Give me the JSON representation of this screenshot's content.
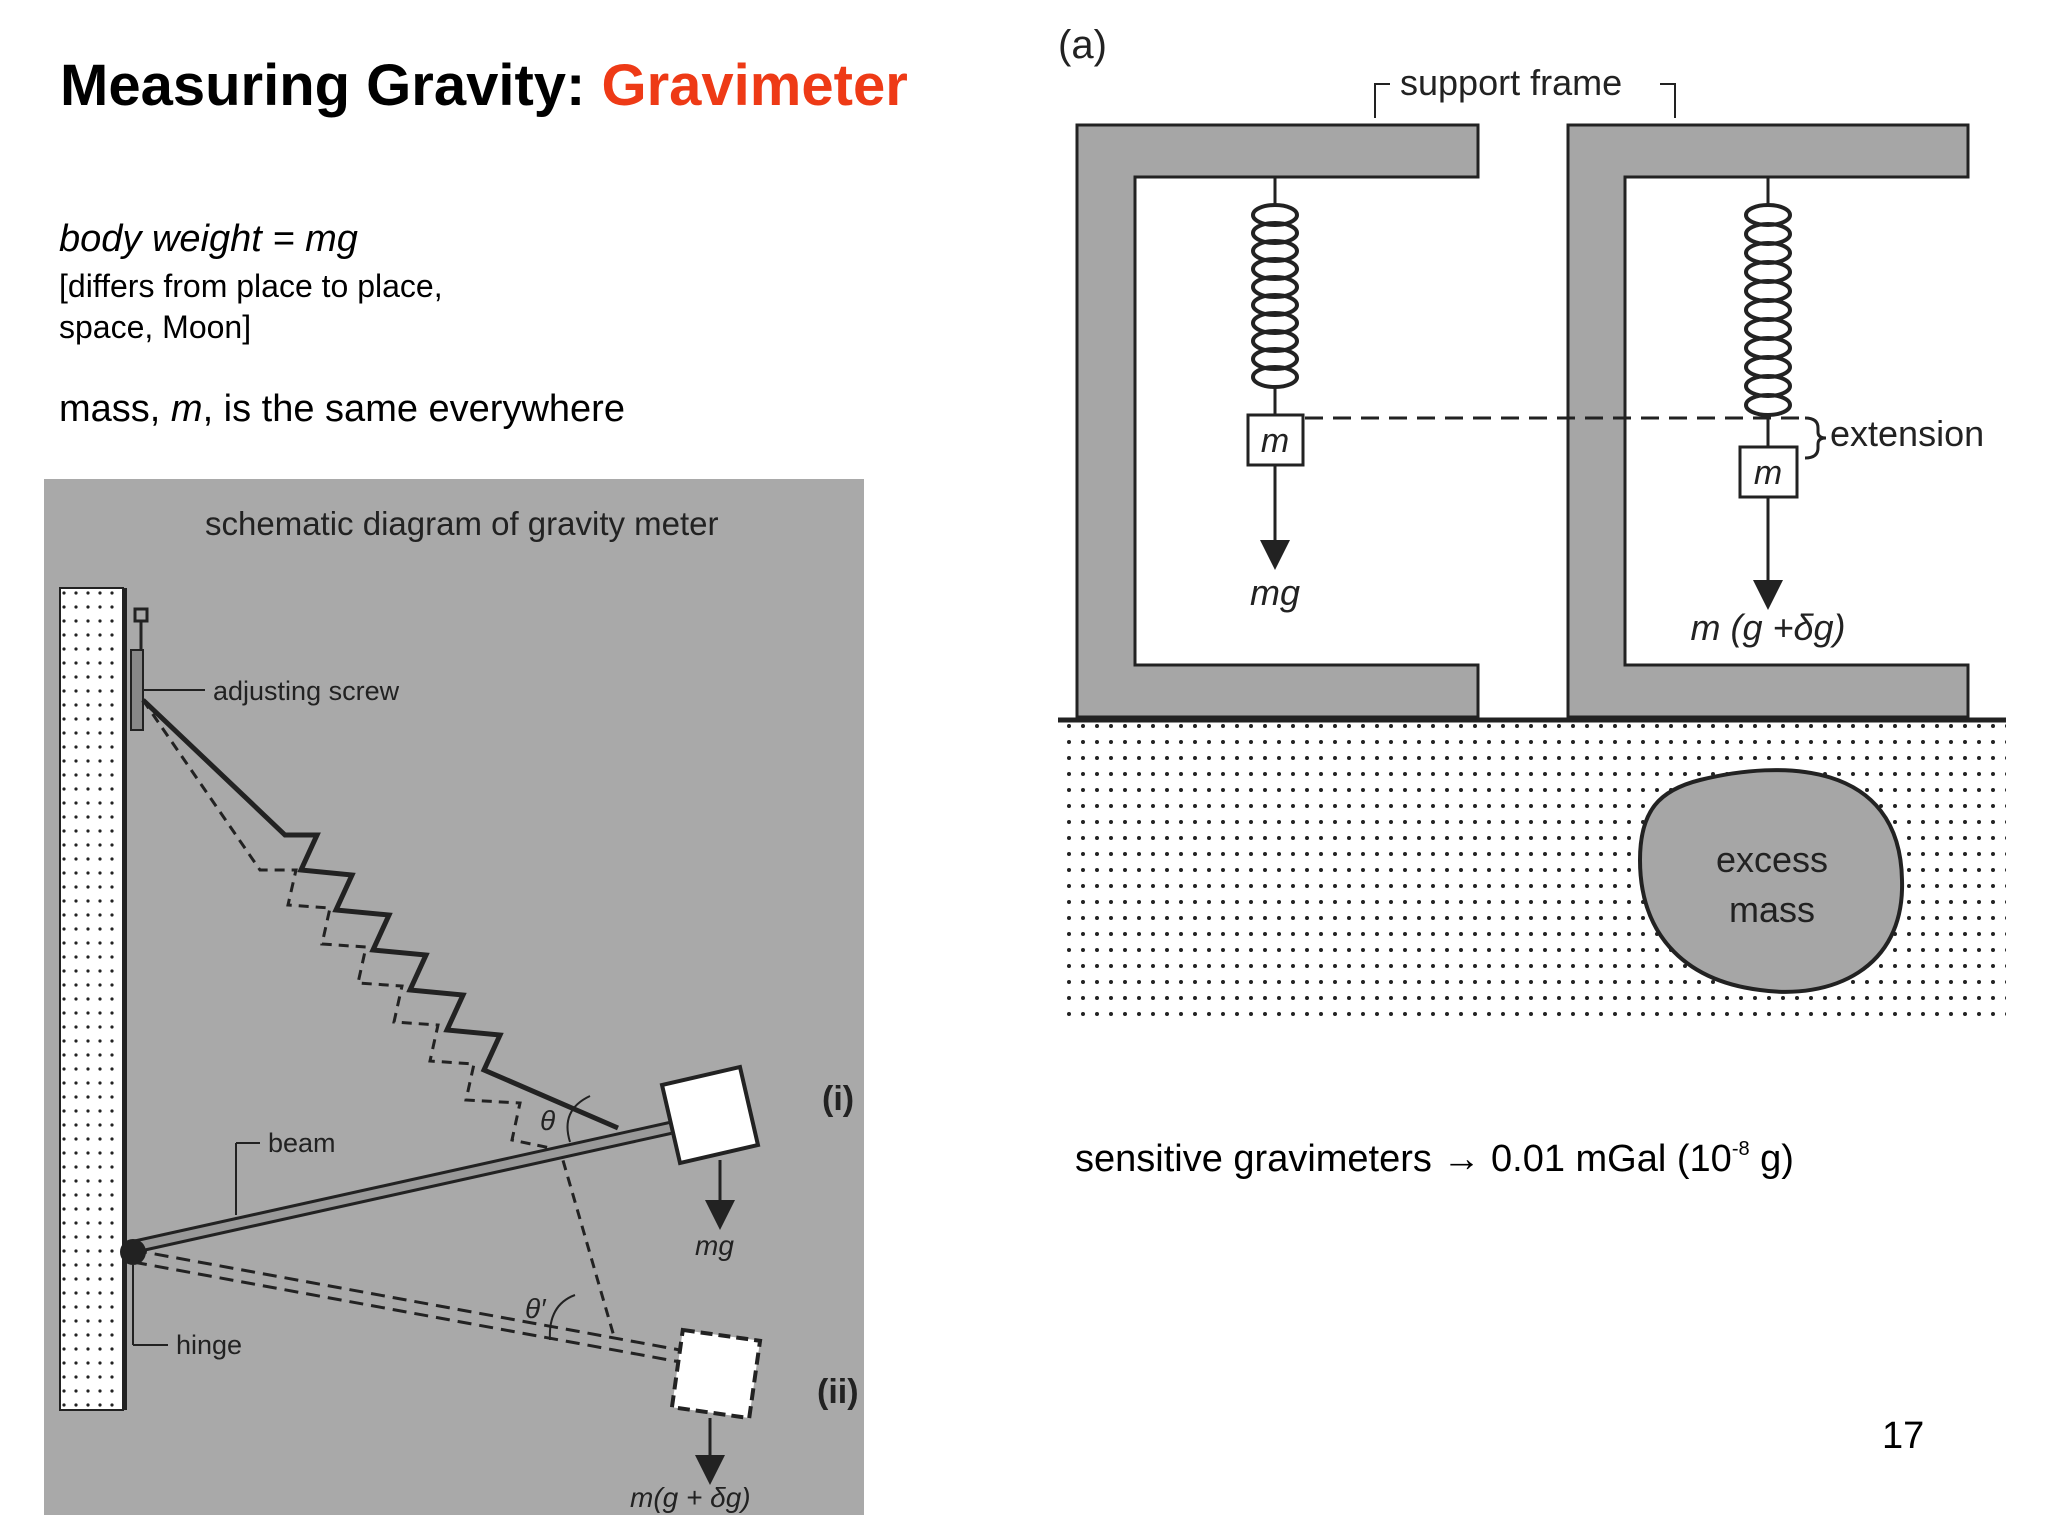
{
  "slide": {
    "title_prefix": "Measuring Gravity: ",
    "title_accent": "Gravimeter",
    "title_accent_color": "#ee3a16",
    "body_weight": "body weight = mg",
    "note_line1": "[differs from place to place,",
    "note_line2": "space, Moon]",
    "mass_prefix": "mass, ",
    "mass_var": "m",
    "mass_suffix": ", is the same everywhere",
    "sensitivity_text": "sensitive gravimeters → 0.01 mGal  (10",
    "sensitivity_exp": "-8",
    "sensitivity_tail": " g)",
    "page_number": "17"
  },
  "left_diagram": {
    "caption": "schematic diagram of gravity meter",
    "adjusting_screw": "adjusting screw",
    "beam": "beam",
    "hinge": "hinge",
    "theta": "θ",
    "theta_prime": "θ′",
    "label_i": "(i)",
    "label_ii": "(ii)",
    "force_i": "mg",
    "force_ii": "m(g + δg)",
    "panel_color": "#a9a9a9"
  },
  "right_diagram": {
    "panel_label": "(a)",
    "support_frame": "support frame",
    "mass_label": "m",
    "force_left": "mg",
    "force_right": "m (g +δg)",
    "extension": "extension",
    "excess_line1": "excess",
    "excess_line2": "mass",
    "frame_color": "#a6a6a6"
  }
}
